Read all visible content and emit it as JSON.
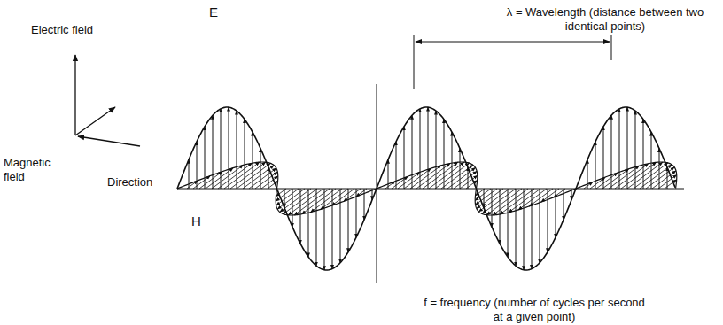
{
  "diagram": {
    "labels": [
      "Electric field",
      "E",
      "Magnetic field",
      "Direction",
      "H",
      "λ = Wavelength (distance between two identical points)",
      "f = frequency (number of cycles per second at a given point)"
    ]
  }
}
